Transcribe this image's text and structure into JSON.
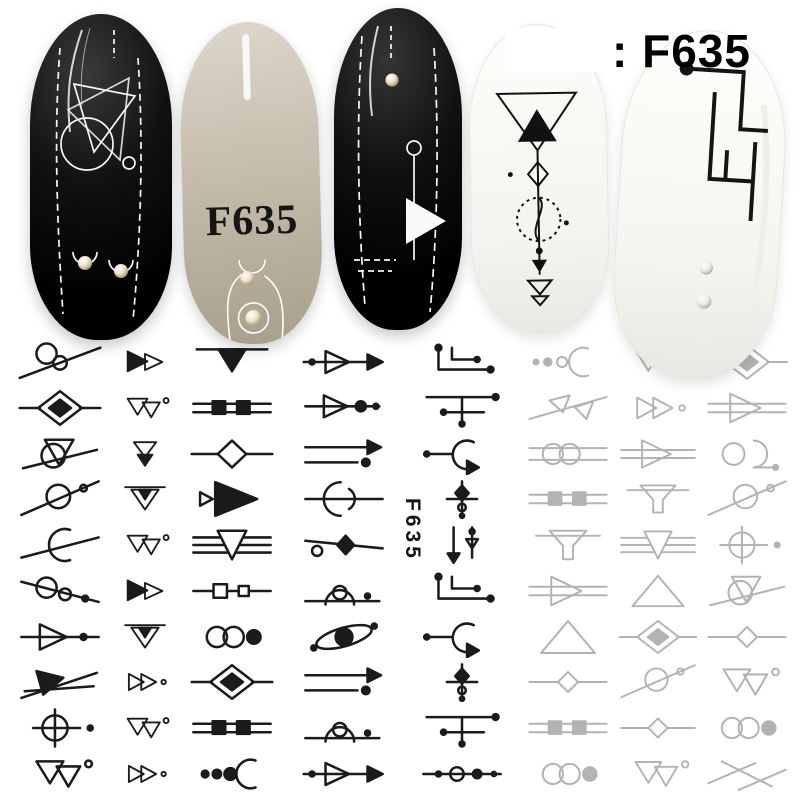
{
  "product": {
    "code": "F635"
  },
  "header": {
    "code_label": ": F635"
  },
  "nails": [
    {
      "id": "nail-1",
      "color_hex": "#111111",
      "finish": "glossy-black",
      "design": "white-outline-triangles-circles-dotted-lines",
      "pearl_count": 2
    },
    {
      "id": "nail-2",
      "color_hex": "#c6bdae",
      "finish": "greige",
      "label": "F635",
      "design": "black-code-text-white-curves",
      "pearl_count": 2
    },
    {
      "id": "nail-3",
      "color_hex": "#101010",
      "finish": "glossy-black",
      "design": "white-dashed-lines-solid-triangle",
      "pearl_count": 1
    },
    {
      "id": "nail-4",
      "color_hex": "#fbfbf8",
      "finish": "white",
      "design": "black-triangles-diamond-dotted-circle-arrows",
      "pearl_count": 0
    },
    {
      "id": "nail-5",
      "color_hex": "#fcfcf9",
      "finish": "white",
      "design": "black-angular-circuit-lines",
      "pearl_count": 2
    }
  ],
  "sheet": {
    "vertical_code": "F635",
    "colors": {
      "black": "#1b1b1b",
      "silver": "#b3b3b3"
    },
    "columns": [
      {
        "tone": "black",
        "width": 96,
        "motifs": [
          "circles-diag",
          "diamond-duo",
          "heart-circle",
          "circle-diag",
          "crescent-line",
          "circles-dot-line",
          "tri-left-line",
          "tri-solid-diag",
          "circle-target",
          "tri-duo-outline"
        ]
      },
      {
        "tone": "black",
        "width": 62,
        "motifs": [
          "tri-duo-solid",
          "tri-duo-outline",
          "tri-chevrons",
          "tri-nested",
          "tri-duo-outline",
          "tri-duo-solid",
          "tri-nested",
          "tri-trio",
          "tri-duo-outline",
          "tri-trio"
        ]
      },
      {
        "tone": "black",
        "width": 100,
        "motifs": [
          "tri-solid-down-line",
          "squares-line",
          "diamond-outline-line",
          "tri-solid-right",
          "tri-outline-lines",
          "squares-outline-line",
          "circles-dot",
          "diamond-duo",
          "squares-line",
          "dots-moon"
        ]
      },
      {
        "tone": "black",
        "width": 112,
        "motifs": [
          "arrow-tri",
          "tri-arrow-dot",
          "arrows-dots",
          "moon-lines",
          "diamond-sm-lines",
          "circle-arc-dots",
          "orbit",
          "arrows-dots",
          "circle-arc-dots",
          "arrow-tri"
        ]
      },
      {
        "tone": "black",
        "width": 112,
        "motifs": [
          "elbow-dots",
          "cross-dots",
          "hook-arc",
          "vert-dots-diamond",
          "vert-arrows",
          "elbow-dots",
          "hook-arc",
          "vert-dots-diamond",
          "cross-dots",
          "dots-line-circle"
        ]
      },
      {
        "tone": "silver",
        "width": 88,
        "motifs": [
          "dots-crescent",
          "diag-tris",
          "circles-duo-lines",
          "squares-line",
          "funnel",
          "tri-right-lines",
          "tri-up-big",
          "diamond-sm-line",
          "squares-line",
          "circles-dot"
        ]
      },
      {
        "tone": "silver",
        "width": 80,
        "motifs": [
          "tri-duo-outline",
          "tri-trio",
          "tri-right-lines",
          "funnel",
          "tri-outline-lines",
          "tri-up-big",
          "diamond-duo",
          "circle-diag",
          "diamond-sm-line",
          "tri-duo-outline"
        ]
      },
      {
        "tone": "silver",
        "width": 86,
        "motifs": [
          "diamond-duo",
          "tri-right-lines",
          "circle-hook",
          "circle-diag",
          "circle-target",
          "heart-circle",
          "diamond-sm-line",
          "tri-duo-outline",
          "circles-dot",
          "zigzag"
        ]
      }
    ]
  }
}
